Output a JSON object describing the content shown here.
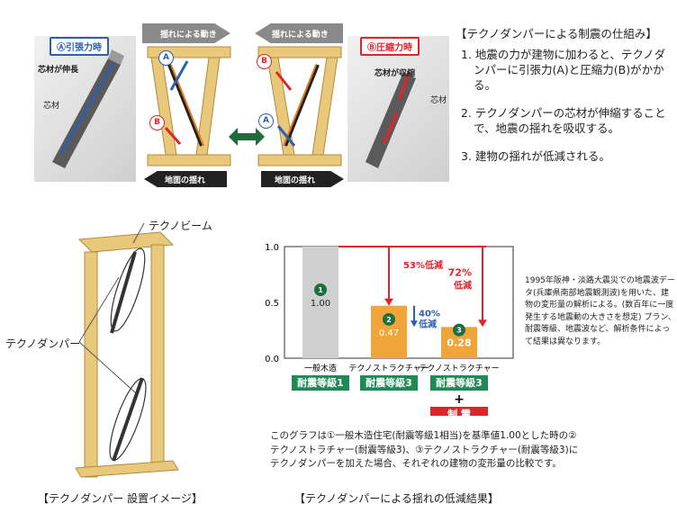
{
  "top": {
    "badge_a": "Ⓐ引張力時",
    "badge_b": "Ⓑ圧縮力時",
    "left_stretch": "芯材が伸長",
    "left_core": "芯材",
    "right_shrink": "芯材が収縮",
    "right_core": "芯材",
    "sway_left": "揺れによる動き",
    "sway_right": "揺れによる動き",
    "ground_left": "地面の揺れ",
    "ground_right": "地面の揺れ",
    "mark_a": "A",
    "mark_b": "B"
  },
  "mechanism": {
    "title": "【テクノダンパーによる制震の仕組み】",
    "steps": [
      "1. 地震の力が建物に加わると、テクノダンパーに引張力(A)と圧縮力(B)がかかる。",
      "2. テクノダンパーの芯材が伸縮することで、地震の揺れを吸収する。",
      "3. 建物の揺れが低減される。"
    ]
  },
  "install": {
    "beam_label": "テクノビーム",
    "damper_label": "テクノダンパー",
    "caption": "【テクノダンパー 設置イメージ】"
  },
  "chart_data": {
    "type": "bar",
    "categories": [
      "一般木造",
      "テクノストラクチャー",
      "テクノストラクチャー"
    ],
    "values": [
      1.0,
      0.47,
      0.28
    ],
    "value_labels": [
      "1.00",
      "0.47",
      "0.28"
    ],
    "markers": [
      "1",
      "2",
      "3"
    ],
    "grades": [
      "耐震等級1",
      "耐震等級3",
      "耐震等級3"
    ],
    "plus": "+",
    "extra": "制 震",
    "yticks": [
      "1.0",
      "0.5",
      "0.0"
    ],
    "ylim": [
      0,
      1.0
    ],
    "annotations": {
      "pct53": "53%低減",
      "pct40a": "40%",
      "pct40b": "低減",
      "pct72a": "72%",
      "pct72b": "低減"
    },
    "colors": {
      "bar1": "#cfcfcf",
      "bar2": "#f0a53a",
      "bar3": "#f0a53a",
      "red": "#e0242b",
      "blue": "#2c5fae",
      "green": "#1f8a55"
    },
    "caption": "【テクノダンパーによる揺れの低減結果】"
  },
  "note": "1995年阪神・淡路大震災での地震波データ(兵庫県南部地震観測波)を用いた、建物の変形量の解析による。(数百年に一度発生する地震動の大きさを想定) プラン、耐震等級、地震波など、解析条件によって結果は異なります。",
  "chart_caption_text": "このグラフは①一般木造住宅(耐震等級1相当)を基準値1.00とした時の②テクノストラチャー(耐震等級3)、③テクノストラクチャー(耐震等級3)にテクノダンパーを加えた場合、それぞれの建物の変形量の比較です。"
}
